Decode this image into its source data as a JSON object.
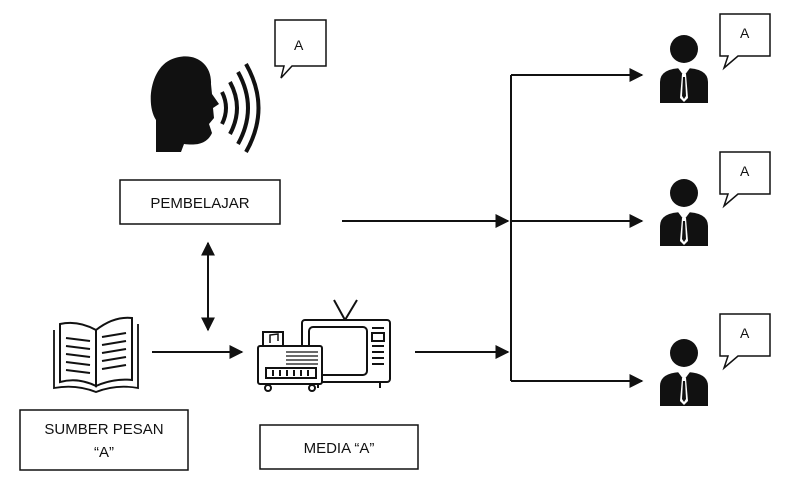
{
  "diagram": {
    "learner_label": "PEMBELAJAR",
    "source_label_line1": "SUMBER PESAN",
    "source_label_line2": "“A”",
    "media_label": "MEDIA “A”",
    "speaker_bubble": "A",
    "receivers": [
      {
        "bubble": "A"
      },
      {
        "bubble": "A"
      },
      {
        "bubble": "A"
      }
    ]
  },
  "icons": {
    "speaker": "speaking-head-icon",
    "source": "open-book-icon",
    "media": "radio-tv-icon",
    "receiver": "businessman-icon"
  },
  "colors": {
    "ink": "#111111",
    "background": "#ffffff"
  }
}
